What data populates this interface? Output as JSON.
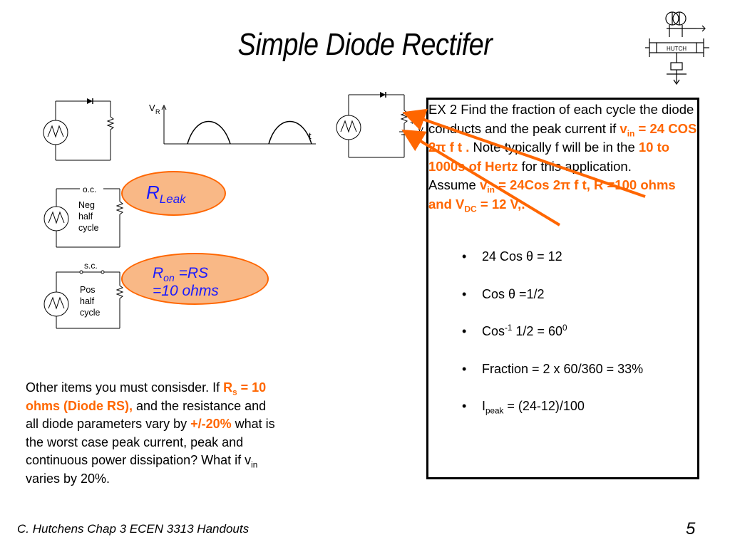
{
  "title": "Simple Diode Rectifer",
  "logo": {
    "text": "HUTCH"
  },
  "waveform": {
    "y_label": "V",
    "y_sub": "R",
    "x_label": "t"
  },
  "circuit_right": {
    "plus": "+",
    "minus": "-",
    "v_label": "V"
  },
  "neg_circuit": {
    "oc": "o.c.",
    "label1": "Neg",
    "label2": "half",
    "label3": "cycle"
  },
  "pos_circuit": {
    "sc": "s.c.",
    "label1": "Pos",
    "label2": "half",
    "label3": "cycle"
  },
  "rleak": {
    "r": "R",
    "sub": "Leak"
  },
  "ron": {
    "r": "R",
    "sub": "on",
    "eq": " =RS",
    "line2": "=10 ohms"
  },
  "example": {
    "p1_a": "EX 2 Find the fraction of each cycle the diode conducts and the peak current if ",
    "p1_v": "v",
    "p1_vsub": "in",
    "p1_eq": " = 24 COS 2",
    "p1_pi": "π",
    "p1_ft": " f t .",
    "p1_b": "  Note typically f will be in the ",
    "p1_range": "10 to 1000s of Hertz",
    "p1_c": " for this application.",
    "p2_a": "Assume ",
    "p2_v": "v",
    "p2_vsub": "in",
    "p2_eq": " = 24Cos 2",
    "p2_pi": "π",
    "p2_rest": " f t,  R =100 ohms and V",
    "p2_dc": "DC",
    "p2_end": " = 12 V,."
  },
  "bullets": {
    "symbol": "•",
    "b1_a": "24 Cos ",
    "b1_theta": "θ",
    "b1_b": " = 12",
    "b2_a": "Cos ",
    "b2_theta": "θ",
    "b2_b": " =1/2",
    "b3_a": "Cos",
    "b3_sup": "-1",
    "b3_b": "  1/2 = 60",
    "b3_sup2": "0",
    "b4": "Fraction = 2 x 60/360 = 33%",
    "b5_a": "I",
    "b5_sub": "peak",
    "b5_b": " = (24-12)/100"
  },
  "other": {
    "a": "Other items you must consisder.  If ",
    "rs_r": "R",
    "rs_sub": "s",
    "rs_rest": " = 10 ohms (Diode RS),",
    "b": " and the resistance and all diode parameters vary by ",
    "pct": "+/-20%",
    "c": " what is the worst case peak current, peak and continuous power dissipation?  What if v",
    "vsub": "in",
    "d": " varies by 20%."
  },
  "footer": "C. Hutchens Chap 3 ECEN 3313 Handouts",
  "page_number": "5",
  "colors": {
    "accent": "#ff6600",
    "ellipse_fill": "#f9b886",
    "blue_text": "#1a1aff"
  }
}
